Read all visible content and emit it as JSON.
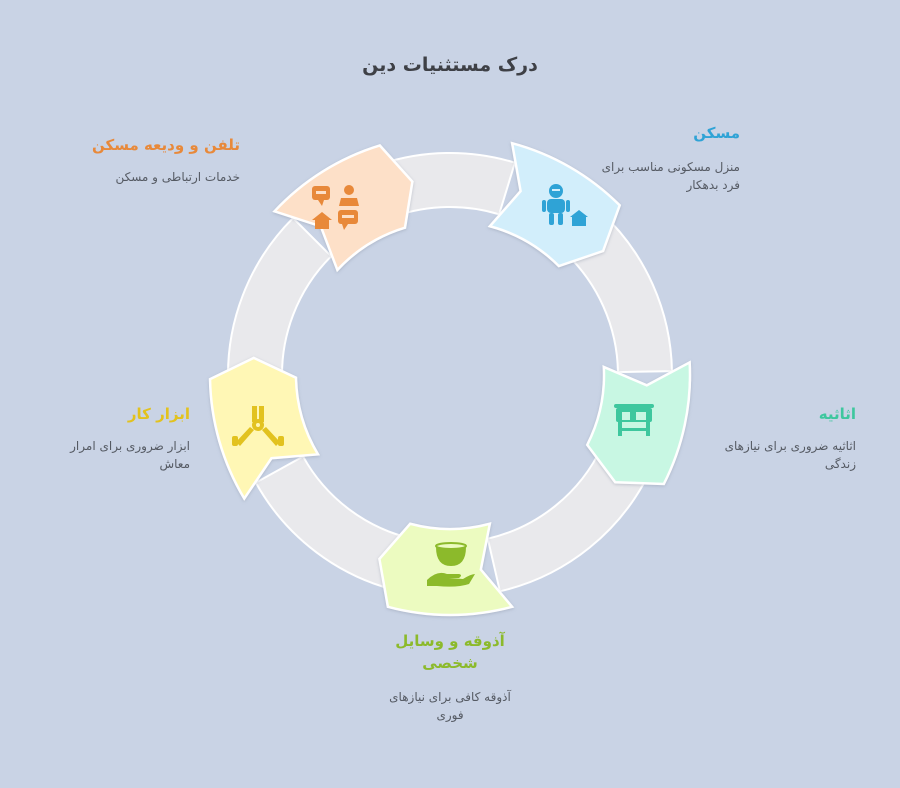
{
  "diagram": {
    "title": "درک مستثنیات دین",
    "items": [
      {
        "id": "maskan",
        "heading": "مسکن",
        "description": "منزل مسکونی مناسب برای فرد بدهکار",
        "color": "#2fa3d6",
        "fill": "#d2eefb",
        "icon": "person-house-icon"
      },
      {
        "id": "asasieh",
        "heading": "اثاثیه",
        "description": "اثاثیه ضروری برای نیازهای زندگی",
        "color": "#3ec79e",
        "fill": "#c8f7e3",
        "icon": "bathtub-icon"
      },
      {
        "id": "azooghe",
        "heading": "آذوقه و وسایل شخصی",
        "description": "آذوقه کافی برای نیازهای فوری",
        "color": "#8cba2b",
        "fill": "#ecfbc0",
        "icon": "bowl-hand-icon"
      },
      {
        "id": "abzar",
        "heading": "ابزار کار",
        "description": "ابزار ضروری برای امرار معاش",
        "color": "#e2c21f",
        "fill": "#fff7b5",
        "icon": "pliers-icon"
      },
      {
        "id": "telephone",
        "heading": "تلفن و ودیعه مسکن",
        "description": "خدمات ارتباطی و مسکن",
        "color": "#e8893a",
        "fill": "#fde0c8",
        "icon": "chat-house-icon"
      }
    ]
  }
}
